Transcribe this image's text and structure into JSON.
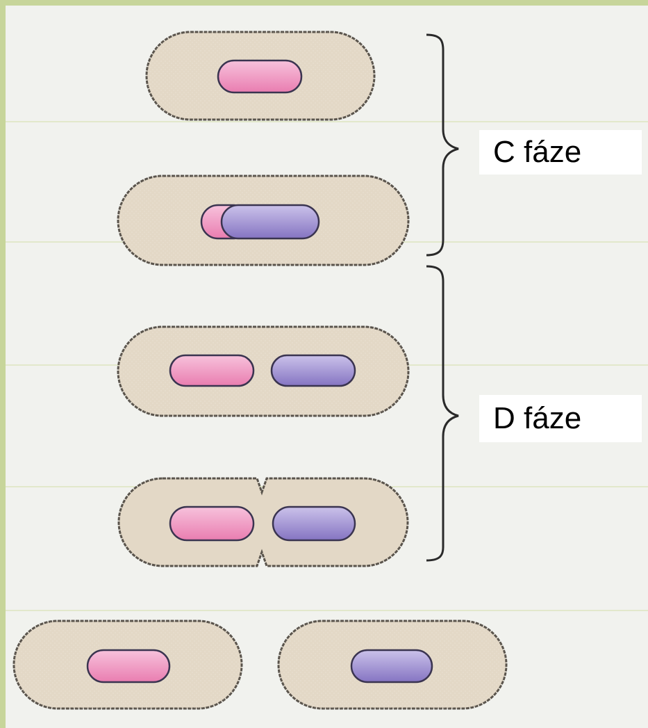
{
  "labels": {
    "c_phase": "C fáze",
    "d_phase": "D fáze"
  },
  "colors": {
    "background": "#f1f2ee",
    "frame": "#c7d59a",
    "cell_fill": "#e3d8c6",
    "cell_outline": "#5a544c",
    "chromosome_pink": "#e97db0",
    "chromosome_pink_light": "#f7c2dc",
    "chromosome_purple": "#8574c2",
    "chromosome_purple_light": "#cbc2ea",
    "chromosome_outline": "#3a3450",
    "bracket": "#2a2a2a",
    "guideline": "#d2dda8"
  },
  "stages": [
    {
      "name": "cell-before-replication",
      "chromosomes": [
        "pink"
      ]
    },
    {
      "name": "cell-replicating",
      "chromosomes": [
        "pink",
        "purple"
      ]
    },
    {
      "name": "cell-segregated",
      "chromosomes": [
        "pink",
        "purple"
      ]
    },
    {
      "name": "cell-constricting",
      "chromosomes": [
        "pink",
        "purple"
      ]
    },
    {
      "name": "daughter-cells",
      "chromosomes": [
        "pink",
        "purple"
      ]
    }
  ]
}
